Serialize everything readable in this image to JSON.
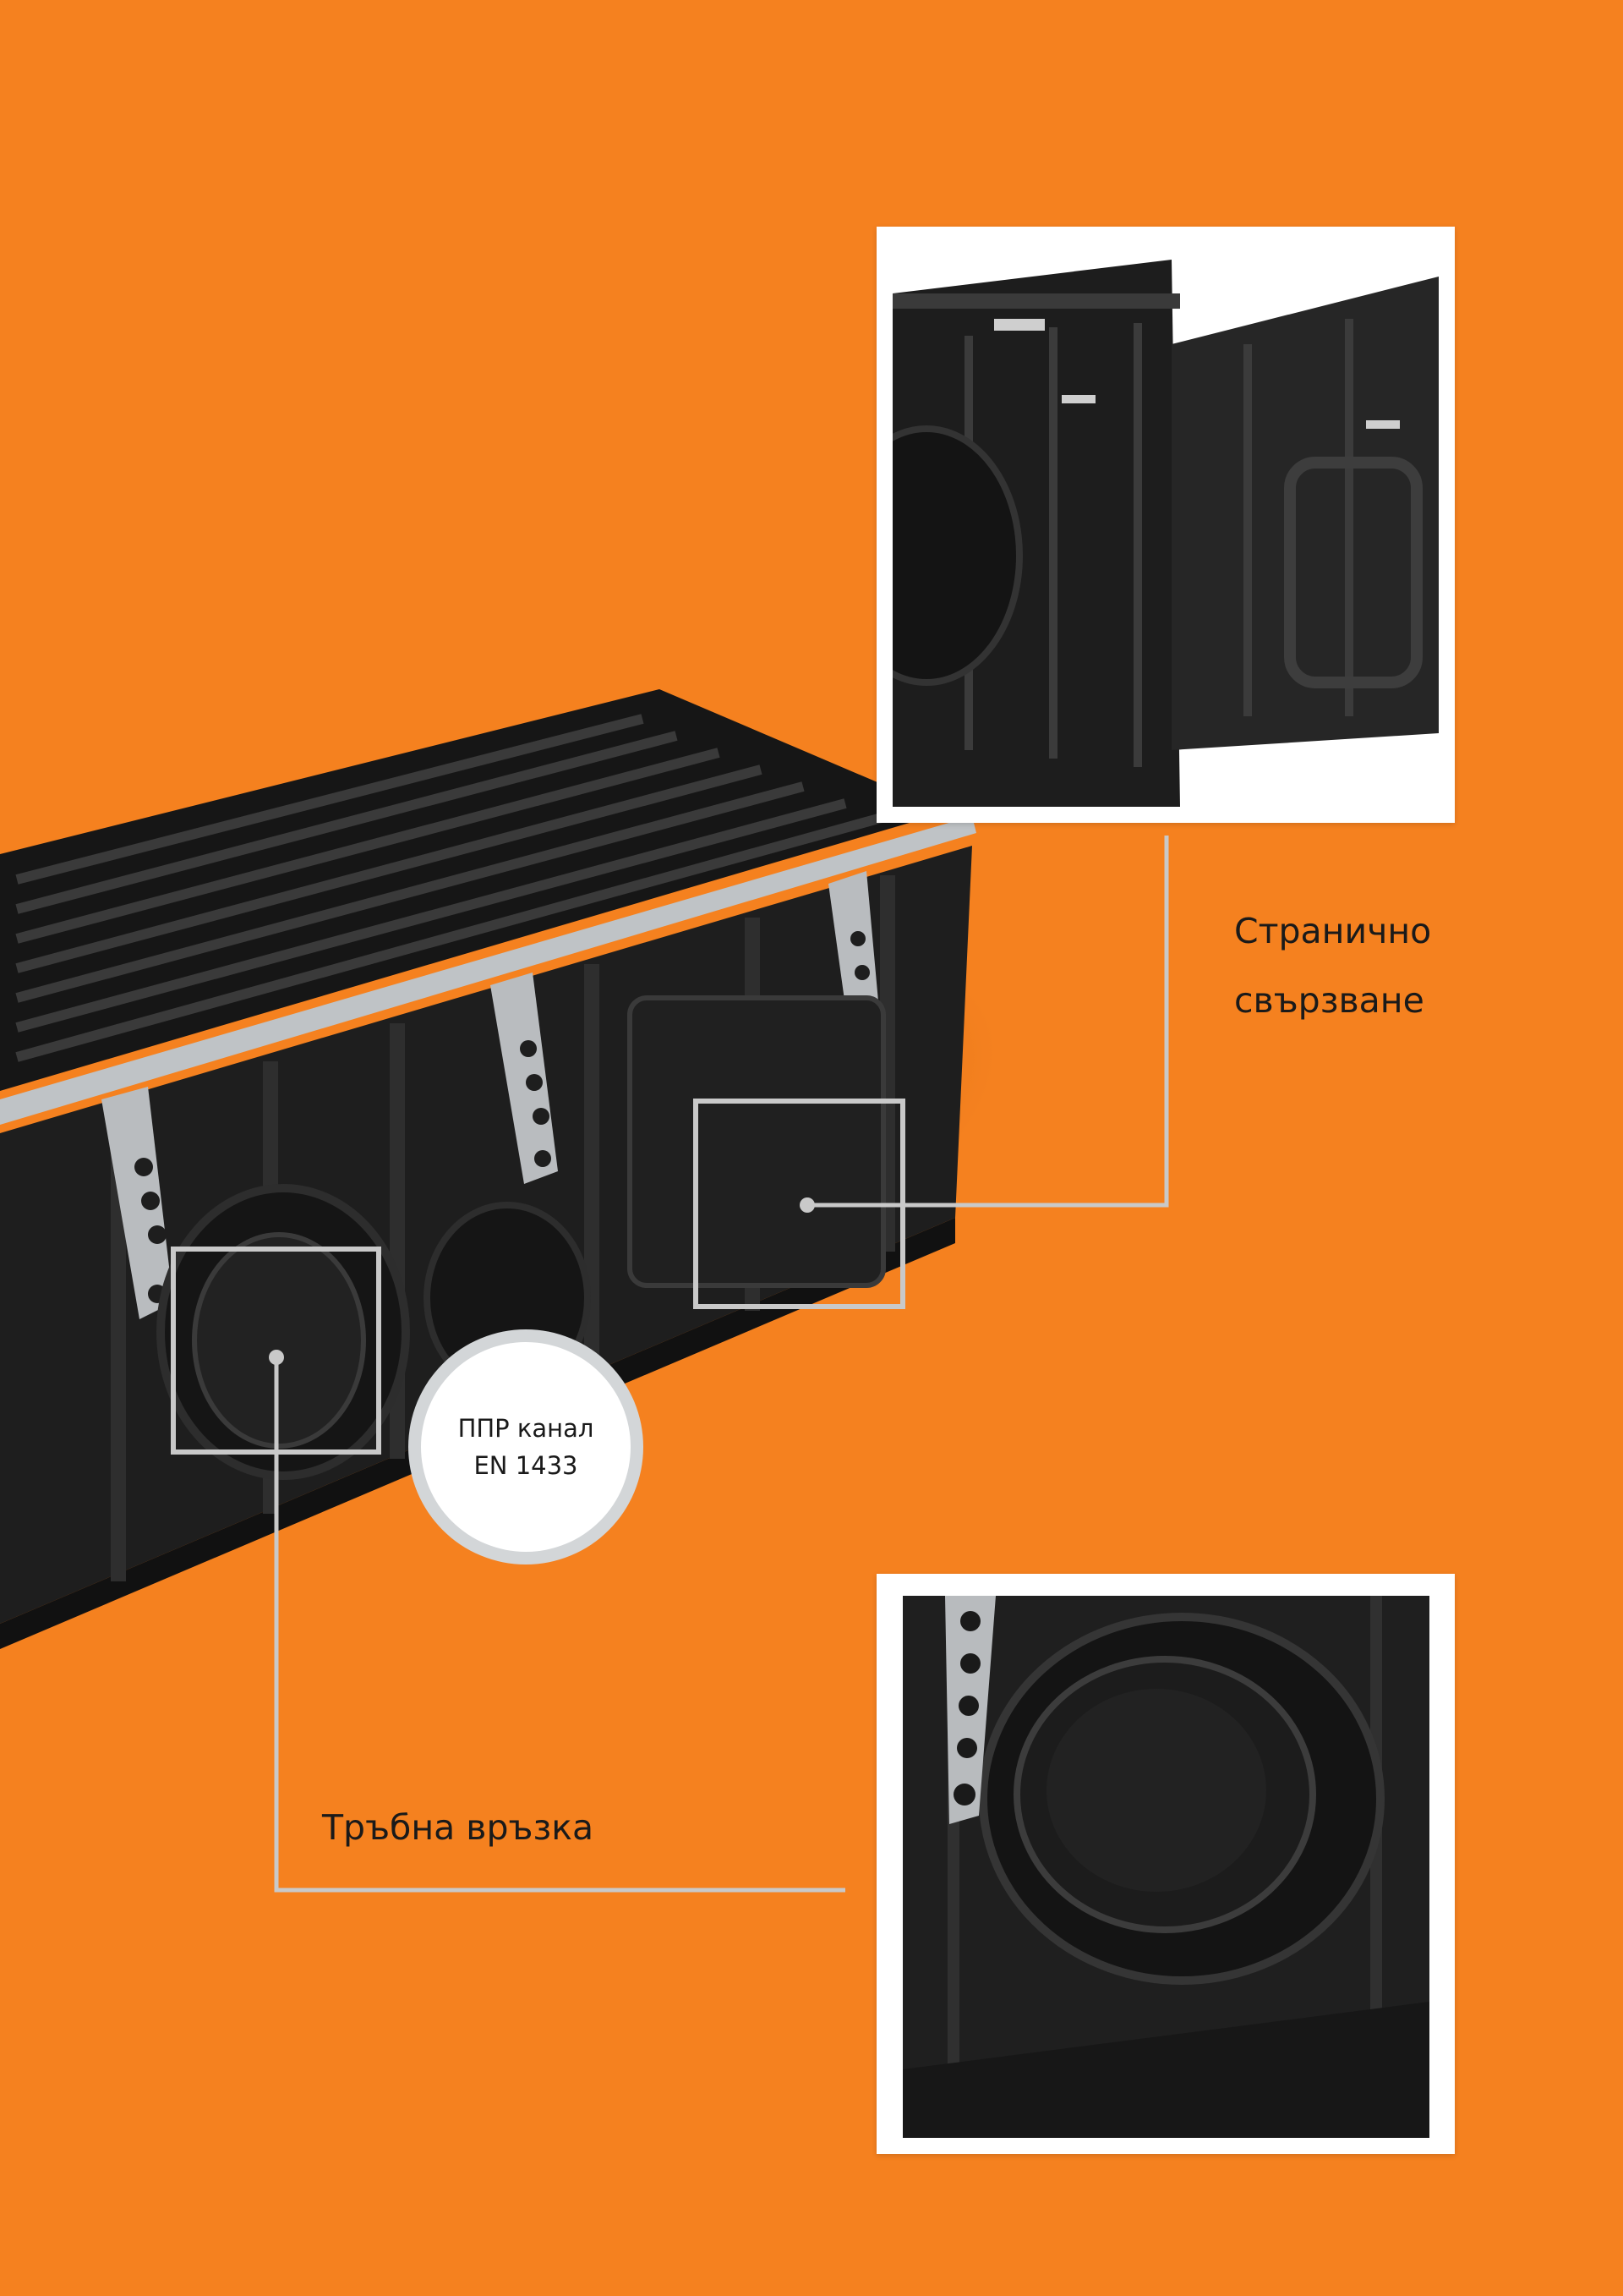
{
  "badge": {
    "line1": "ППР канал",
    "line2": "EN 1433"
  },
  "callouts": {
    "side_connection": {
      "line1": "Странично",
      "line2": "свързване"
    },
    "pipe_connection": "Тръбна връзка"
  },
  "icons": {
    "side_detail": "side-connection-photo",
    "pipe_detail": "pipe-connection-photo",
    "channel": "drainage-channel-photo"
  },
  "colors": {
    "background": "#f5811f",
    "callout_line": "#c9c9c9",
    "channel_body": "#1f1f1f"
  }
}
